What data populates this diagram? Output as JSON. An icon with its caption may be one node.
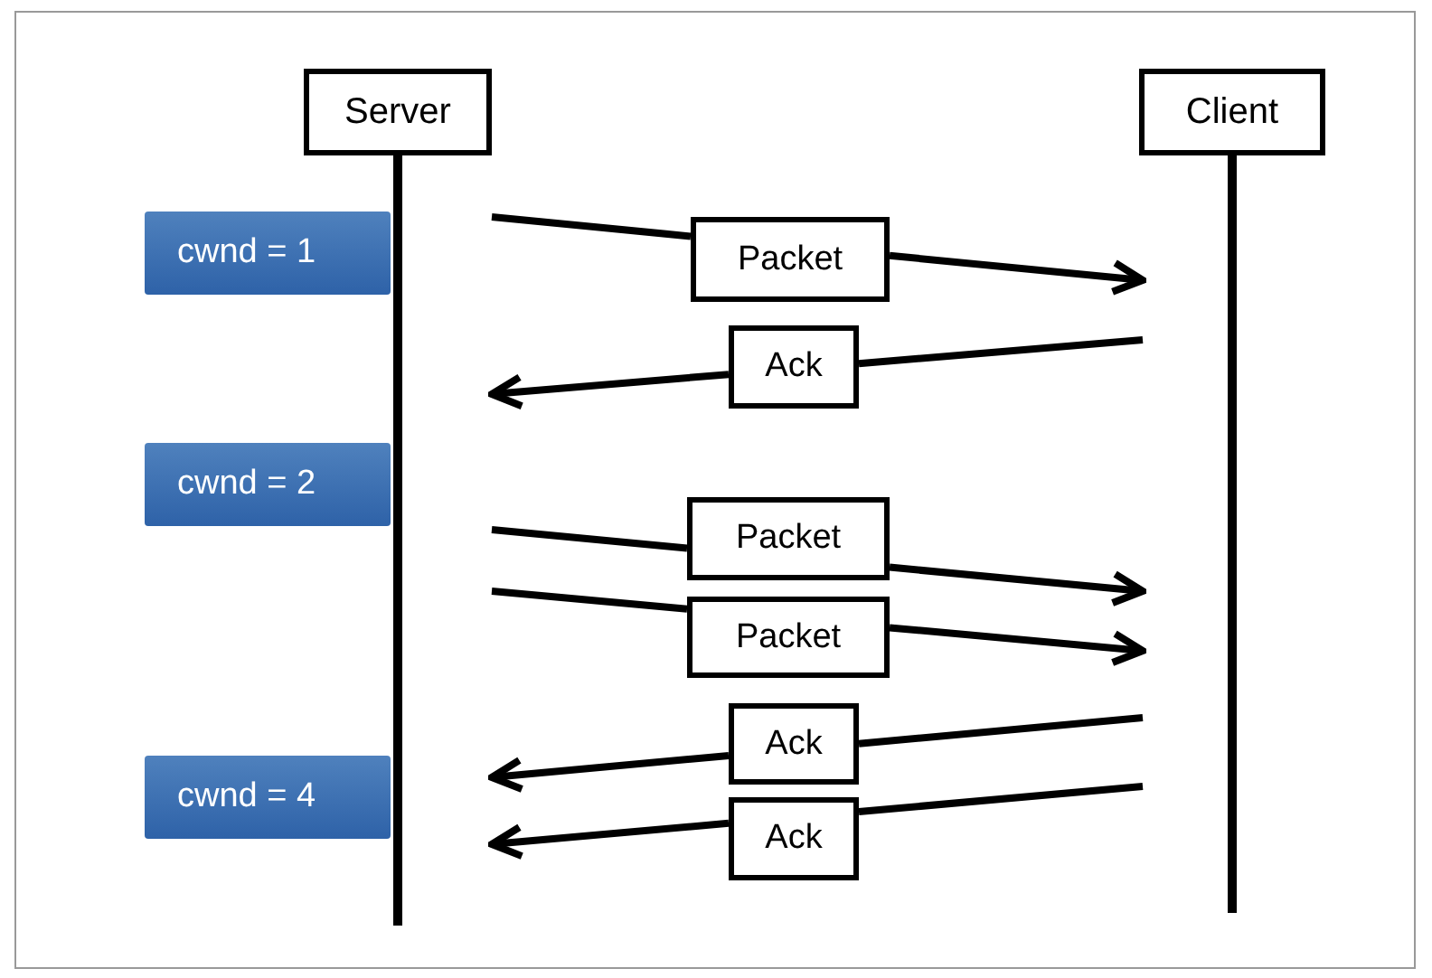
{
  "diagram": {
    "nodes": [
      {
        "text": [
          "Server"
        ]
      },
      {
        "text": [
          "Client"
        ]
      },
      {
        "text": [
          "cwnd = 1"
        ]
      },
      {
        "text": [
          "cwnd = 2"
        ]
      },
      {
        "text": [
          "cwnd = 4"
        ]
      },
      {
        "text": [
          "Packet"
        ]
      },
      {
        "text": [
          "Ack"
        ]
      },
      {
        "text": [
          "Packet"
        ]
      },
      {
        "text": [
          "Packet"
        ]
      },
      {
        "text": [
          "Ack"
        ]
      },
      {
        "text": [
          "Ack"
        ]
      }
    ],
    "edges": [
      {
        "from": 0,
        "to": 5,
        "arrow": "none"
      },
      {
        "from": 5,
        "to": 1,
        "arrow": "to"
      },
      {
        "from": 1,
        "to": 6,
        "arrow": "none"
      },
      {
        "from": 6,
        "to": 0,
        "arrow": "to"
      },
      {
        "from": 0,
        "to": 7,
        "arrow": "none"
      },
      {
        "from": 7,
        "to": 1,
        "arrow": "to"
      },
      {
        "from": 0,
        "to": 8,
        "arrow": "none"
      },
      {
        "from": 8,
        "to": 1,
        "arrow": "to"
      },
      {
        "from": 1,
        "to": 9,
        "arrow": "none"
      },
      {
        "from": 9,
        "to": 0,
        "arrow": "to"
      },
      {
        "from": 1,
        "to": 10,
        "arrow": "none"
      },
      {
        "from": 10,
        "to": 0,
        "arrow": "to"
      }
    ]
  }
}
